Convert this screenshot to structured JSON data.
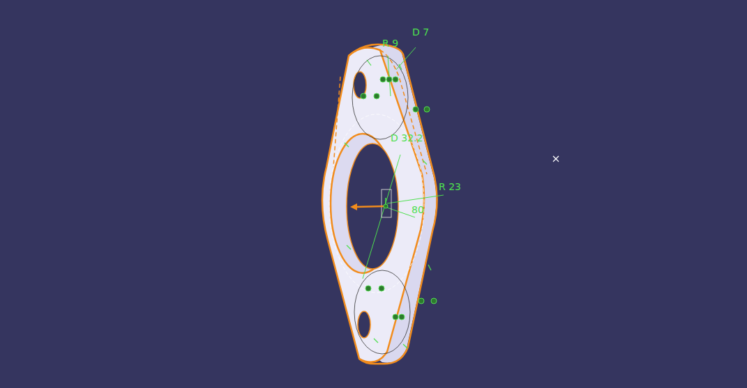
{
  "diagram": {
    "labels": [
      "R 9",
      "D 7",
      "D 32.2",
      "R 23",
      "80"
    ]
  }
}
